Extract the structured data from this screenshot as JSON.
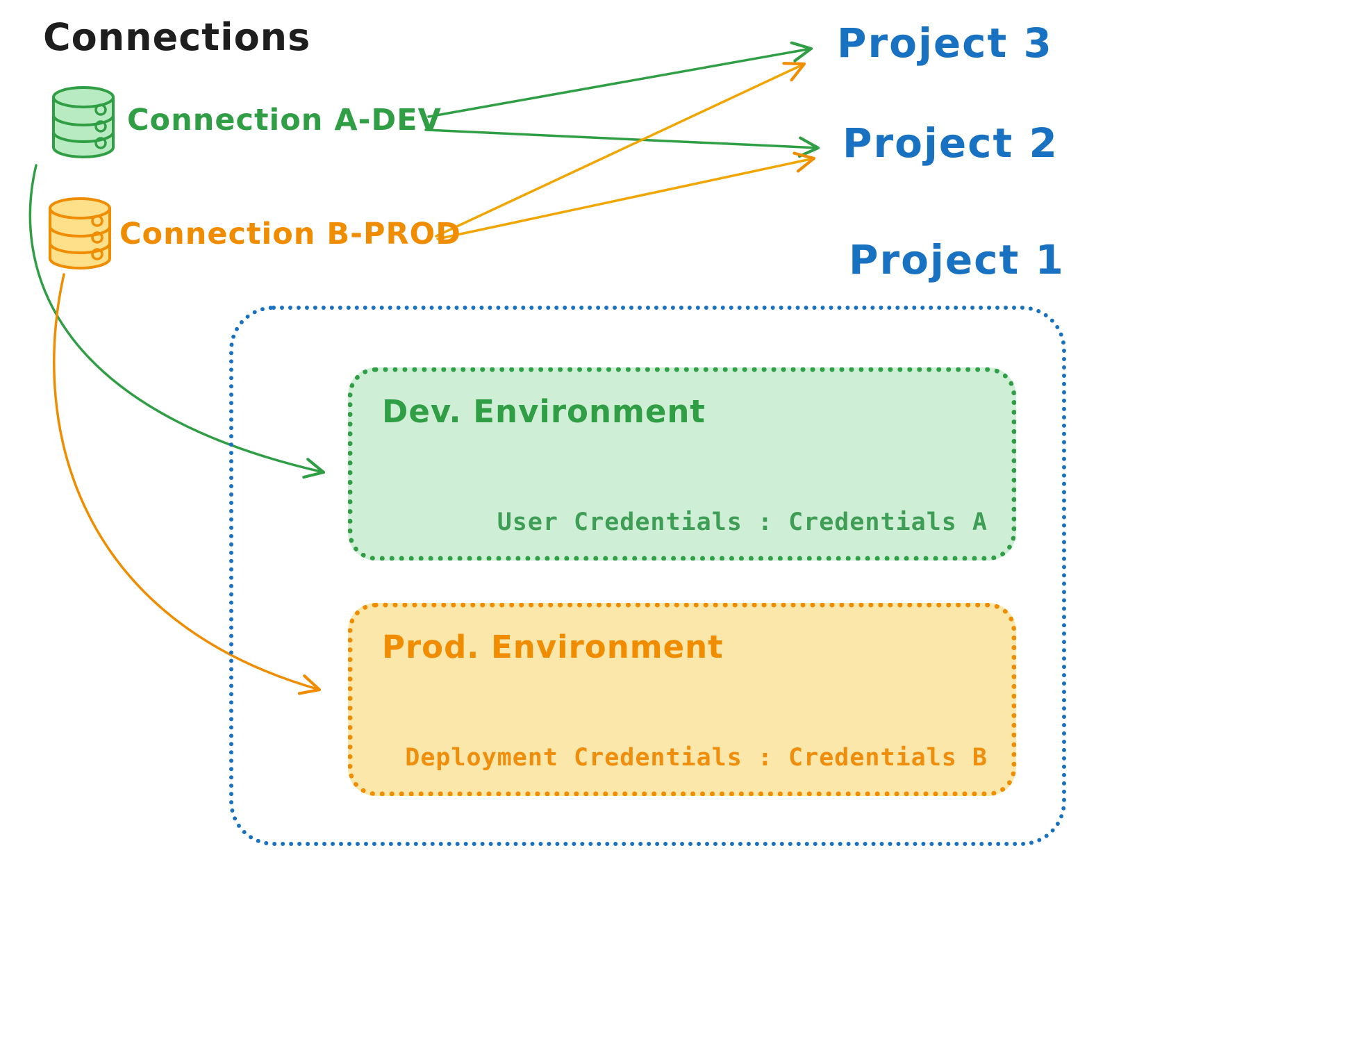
{
  "title": "Connections",
  "connections": [
    {
      "label": "Connection A-DEV",
      "color": "#2f9e44",
      "icon": "database-icon"
    },
    {
      "label": "Connection B-PROD",
      "color": "#f08c00",
      "icon": "database-icon"
    }
  ],
  "projects": [
    {
      "label": "Project 3"
    },
    {
      "label": "Project 2"
    },
    {
      "label": "Project 1"
    }
  ],
  "project1_box": {
    "dev_environment": {
      "title": "Dev. Environment",
      "credentials_label": "User Credentials : Credentials A"
    },
    "prod_environment": {
      "title": "Prod. Environment",
      "credentials_label": "Deployment Credentials : Credentials B"
    }
  },
  "colors": {
    "green": "#2f9e44",
    "green_fill": "#cfeed6",
    "orange": "#f08c00",
    "orange_fill": "#fbe7a9",
    "blue": "#1971c2",
    "text": "#1e1e1e"
  }
}
